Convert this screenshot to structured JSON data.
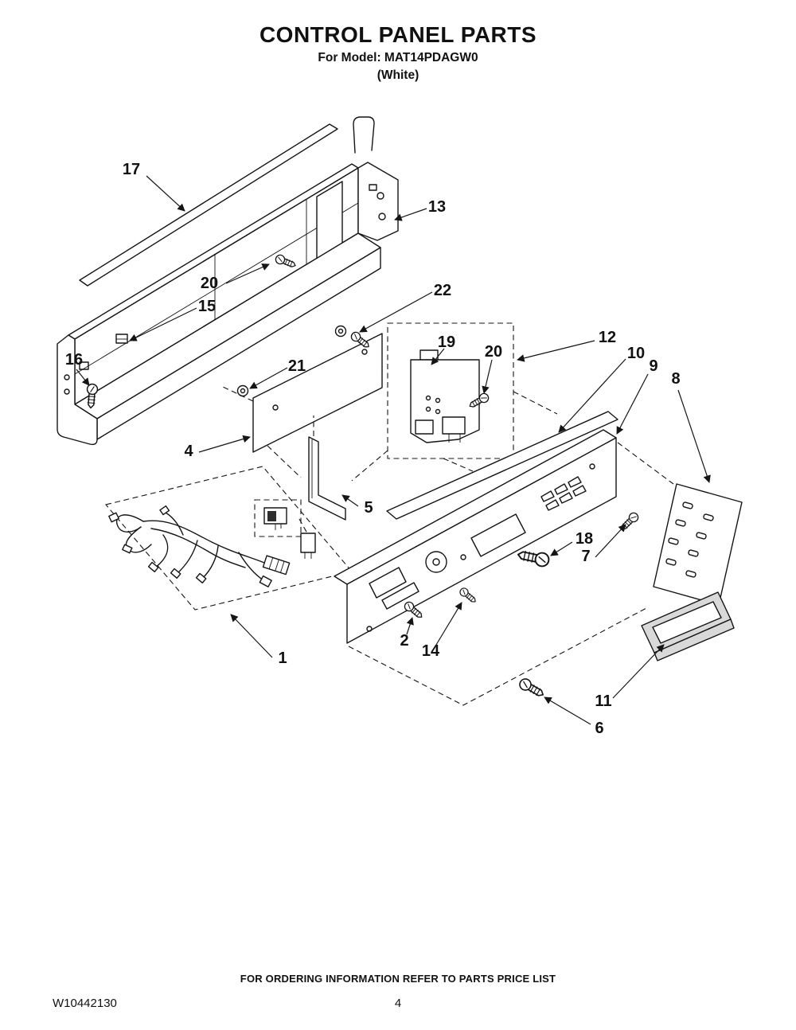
{
  "header": {
    "title": "CONTROL PANEL PARTS",
    "model_line": "For Model: MAT14PDAGW0",
    "color_line": "(White)"
  },
  "diagram": {
    "callouts": [
      {
        "label": "17"
      },
      {
        "label": "13"
      },
      {
        "label": "20"
      },
      {
        "label": "15"
      },
      {
        "label": "22"
      },
      {
        "label": "21"
      },
      {
        "label": "16"
      },
      {
        "label": "19"
      },
      {
        "label": "20"
      },
      {
        "label": "12"
      },
      {
        "label": "10"
      },
      {
        "label": "9"
      },
      {
        "label": "8"
      },
      {
        "label": "4"
      },
      {
        "label": "5"
      },
      {
        "label": "18"
      },
      {
        "label": "7"
      },
      {
        "label": "2"
      },
      {
        "label": "14"
      },
      {
        "label": "1"
      },
      {
        "label": "11"
      },
      {
        "label": "6"
      }
    ]
  },
  "footer": {
    "ordering_note": "FOR ORDERING INFORMATION REFER TO PARTS PRICE LIST",
    "doc_number": "W10442130",
    "page_number": "4"
  }
}
